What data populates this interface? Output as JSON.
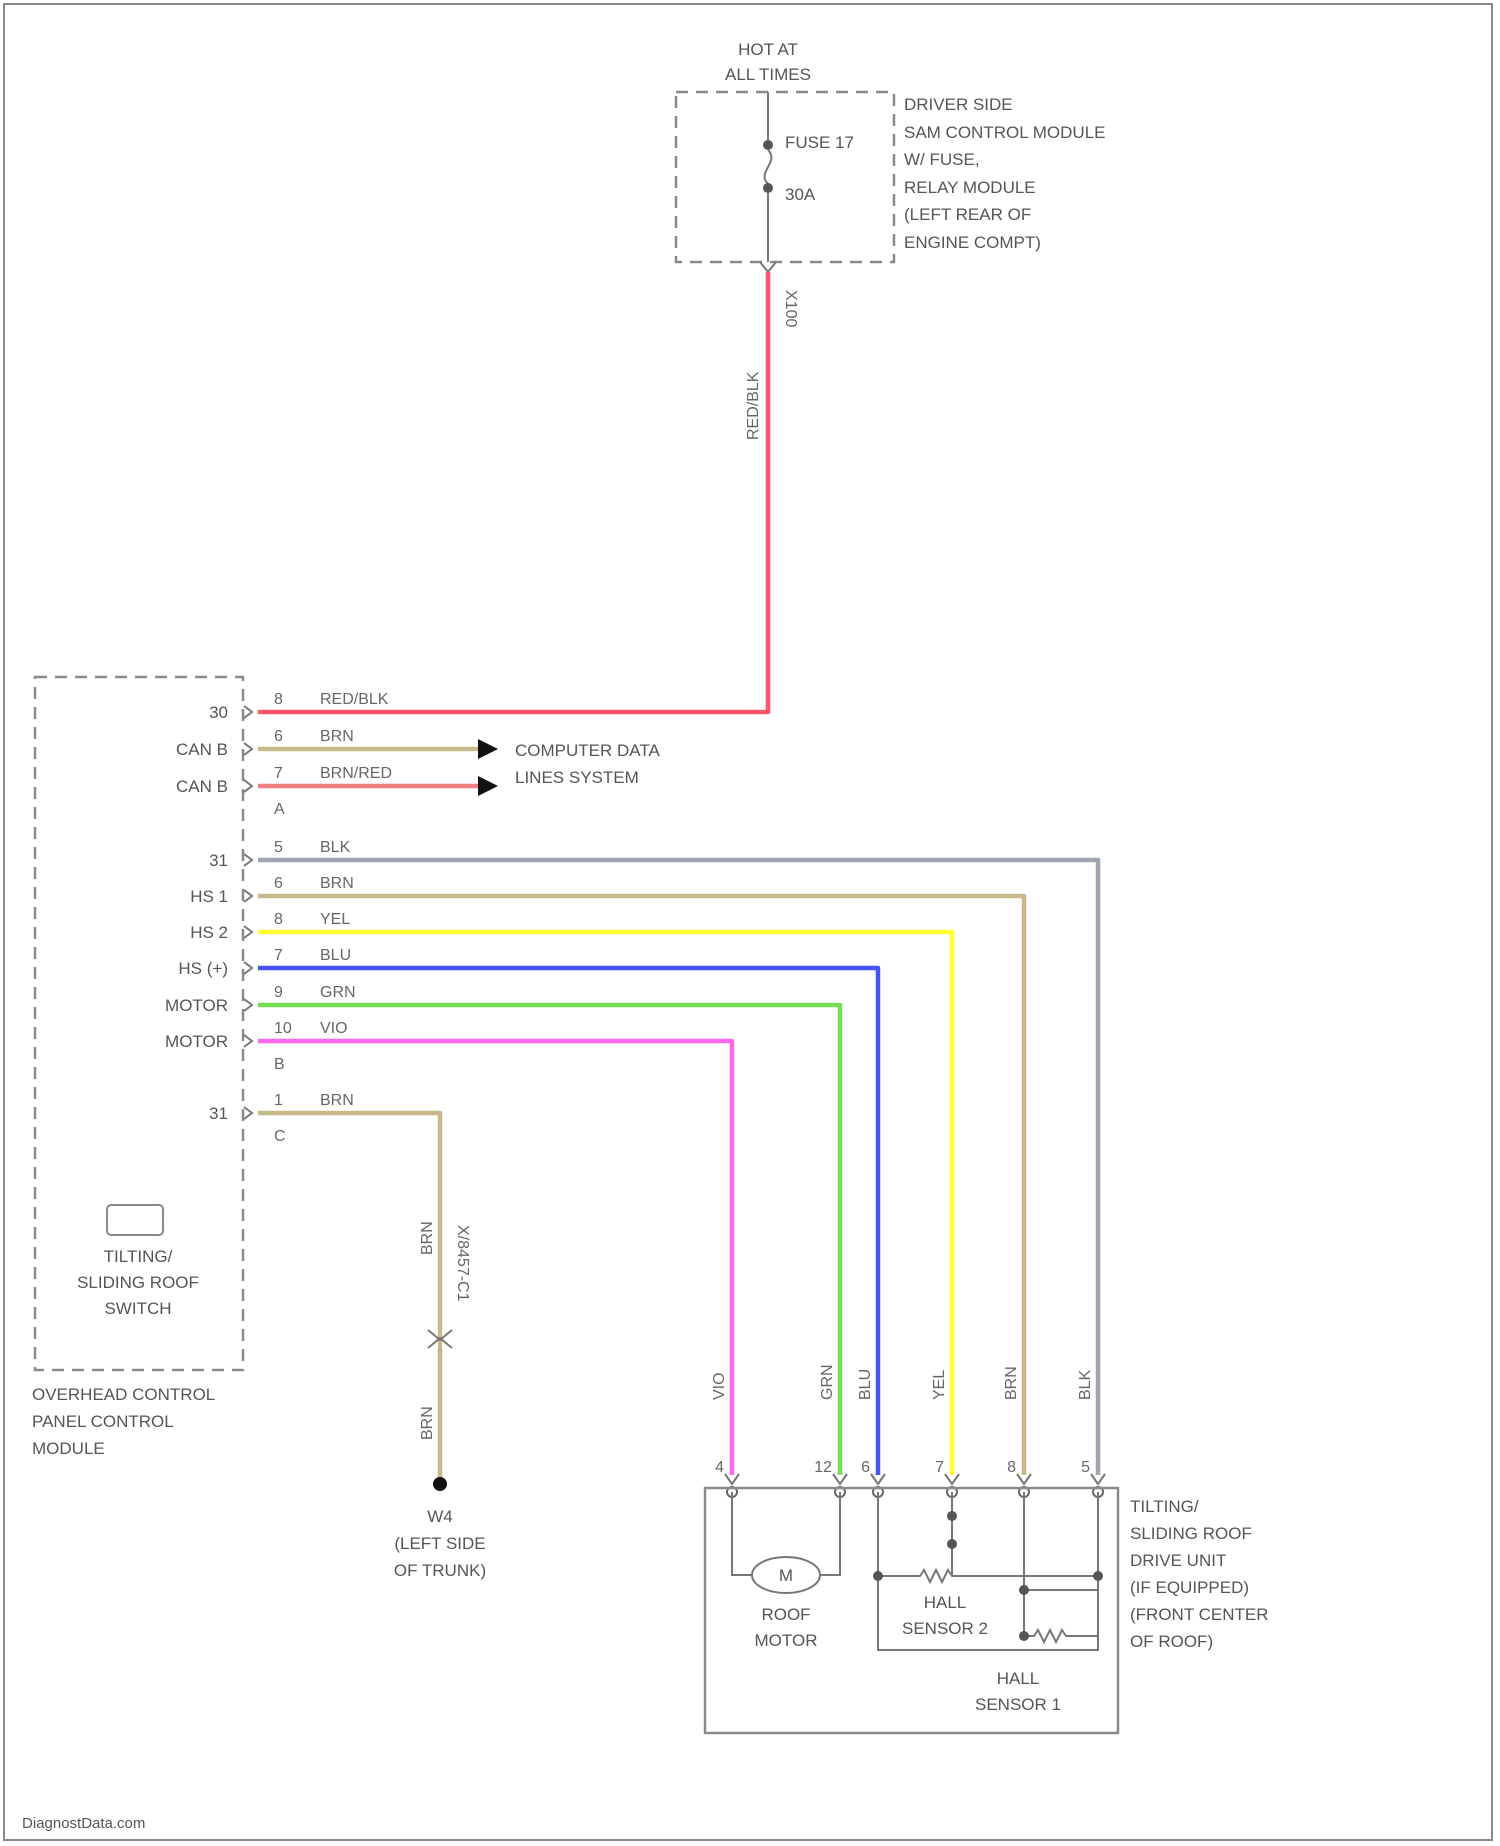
{
  "colors": {
    "red": "#ff6b78",
    "redblk": "#ff5566",
    "brn": "#c8b98a",
    "brnred": "#f08080",
    "blk": "#9fa6b2",
    "yel": "#ffff33",
    "blu": "#4455ff",
    "grn": "#77dd55",
    "vio": "#ff66ee",
    "outline": "#8a8a8a"
  },
  "fuse_block": {
    "hot_label_1": "HOT AT",
    "hot_label_2": "ALL TIMES",
    "fuse_name": "FUSE 17",
    "fuse_rating": "30A",
    "connector": "X100",
    "desc": [
      "DRIVER SIDE",
      "SAM CONTROL MODULE",
      "W/ FUSE,",
      "RELAY MODULE",
      "(LEFT REAR OF",
      "ENGINE COMPT)"
    ],
    "riser_wire_color": "RED/BLK"
  },
  "data_lines": {
    "label_1": "COMPUTER DATA",
    "label_2": "LINES SYSTEM"
  },
  "module": {
    "switch_name": [
      "TILTING/",
      "SLIDING ROOF",
      "SWITCH"
    ],
    "name": [
      "OVERHEAD CONTROL",
      "PANEL CONTROL",
      "MODULE"
    ],
    "pins": [
      {
        "term": "30",
        "pin": "8",
        "wire": "RED/BLK"
      },
      {
        "term": "CAN B",
        "pin": "6",
        "wire": "BRN"
      },
      {
        "term": "CAN B",
        "pin": "7",
        "wire": "BRN/RED"
      },
      {
        "term": "",
        "pin": "A",
        "wire": ""
      },
      {
        "term": "31",
        "pin": "5",
        "wire": "BLK"
      },
      {
        "term": "HS 1",
        "pin": "6",
        "wire": "BRN"
      },
      {
        "term": "HS 2",
        "pin": "8",
        "wire": "YEL"
      },
      {
        "term": "HS (+)",
        "pin": "7",
        "wire": "BLU"
      },
      {
        "term": "MOTOR",
        "pin": "9",
        "wire": "GRN"
      },
      {
        "term": "MOTOR",
        "pin": "10",
        "wire": "VIO"
      },
      {
        "term": "",
        "pin": "B",
        "wire": ""
      },
      {
        "term": "31",
        "pin": "1",
        "wire": "BRN"
      },
      {
        "term": "",
        "pin": "C",
        "wire": ""
      }
    ]
  },
  "ground_run": {
    "wire_top": "BRN",
    "connector": "X/8457-C1",
    "wire_bottom": "BRN",
    "ground_id": "W4",
    "ground_desc": [
      "(LEFT SIDE",
      "OF TRUNK)"
    ]
  },
  "drive_unit": {
    "wires": [
      {
        "color": "VIO",
        "pin": "4"
      },
      {
        "color": "GRN",
        "pin": "12"
      },
      {
        "color": "BLU",
        "pin": "6"
      },
      {
        "color": "YEL",
        "pin": "7"
      },
      {
        "color": "BRN",
        "pin": "8"
      },
      {
        "color": "BLK",
        "pin": "5"
      }
    ],
    "motor_symbol": "M",
    "motor_label": [
      "ROOF",
      "MOTOR"
    ],
    "hall2_label": [
      "HALL",
      "SENSOR 2"
    ],
    "hall1_label": [
      "HALL",
      "SENSOR 1"
    ],
    "desc": [
      "TILTING/",
      "SLIDING ROOF",
      "DRIVE UNIT",
      "(IF EQUIPPED)",
      "(FRONT CENTER",
      "OF ROOF)"
    ]
  },
  "footer": "DiagnostData.com"
}
